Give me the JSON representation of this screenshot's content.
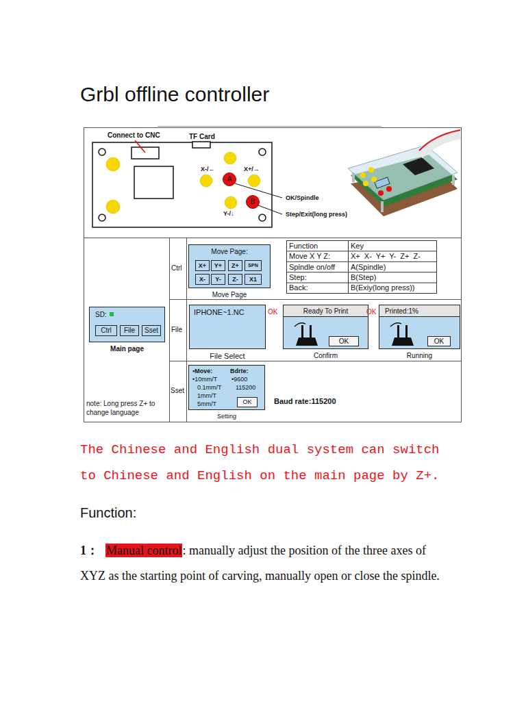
{
  "diagram": {
    "title": "Grbl offline controller",
    "nodes": [
      {
        "text": [
          "A"
        ]
      },
      {
        "text": [
          "B"
        ]
      },
      {
        "text": [
          "SD:",
          "Main page"
        ]
      },
      {
        "text": [
          "Ctrl"
        ],
        "in": 2
      },
      {
        "text": [
          "File"
        ],
        "in": 2
      },
      {
        "text": [
          "Sset"
        ],
        "in": 2
      },
      {
        "text": [
          "Move Page:",
          "Move Page"
        ]
      },
      {
        "text": [
          "X+"
        ],
        "in": 6
      },
      {
        "text": [
          "Y+"
        ],
        "in": 6
      },
      {
        "text": [
          "Z+"
        ],
        "in": 6
      },
      {
        "text": [
          "SPN"
        ],
        "in": 6
      },
      {
        "text": [
          "X-"
        ],
        "in": 6
      },
      {
        "text": [
          "Y-"
        ],
        "in": 6
      },
      {
        "text": [
          "Z-"
        ],
        "in": 6
      },
      {
        "text": [
          "X1"
        ],
        "in": 6
      },
      {
        "text": [
          "IPHONE~1.NC",
          "File Select"
        ]
      },
      {
        "text": [
          "Ready To Print",
          "Confirm"
        ]
      },
      {
        "text": [
          "OK"
        ],
        "in": 16
      },
      {
        "text": [
          "Printed:1%",
          "Running"
        ]
      },
      {
        "text": [
          "OK"
        ],
        "in": 18
      },
      {
        "text": [
          "▪Move:",
          "Bdrte:",
          "•10mm/T",
          "•9600",
          "0.1mm/T",
          "115200",
          "1mm/T",
          "5mm/T",
          "Setting"
        ]
      },
      {
        "text": [
          "OK"
        ],
        "in": 20
      }
    ],
    "labels": [
      "Connect to CNC",
      "TF Card",
      "X-/←",
      "X+/→",
      "OK/Spindle",
      "Y-/↓",
      "Step/Exit(long press)",
      "Ctrl",
      "Function",
      "Key",
      "Move X Y Z:",
      "X+ X- Y+ Y- Z+ Z-",
      "Spindle on/off",
      "A(Spindle)",
      "Step:",
      "B(Step)",
      "Back:",
      "B(Exiy(long press))",
      "File",
      "OK",
      "OK",
      "Sset",
      "Baud rate:115200",
      "note: Long press Z+ to change language",
      "The Chinese and English dual system can switch to Chinese and English on the main page by Z+.",
      "Function:",
      "1：",
      "Manual control",
      ": manually adjust the position of the three axes of XYZ as the starting point of carving, manually open or close the spindle."
    ]
  }
}
